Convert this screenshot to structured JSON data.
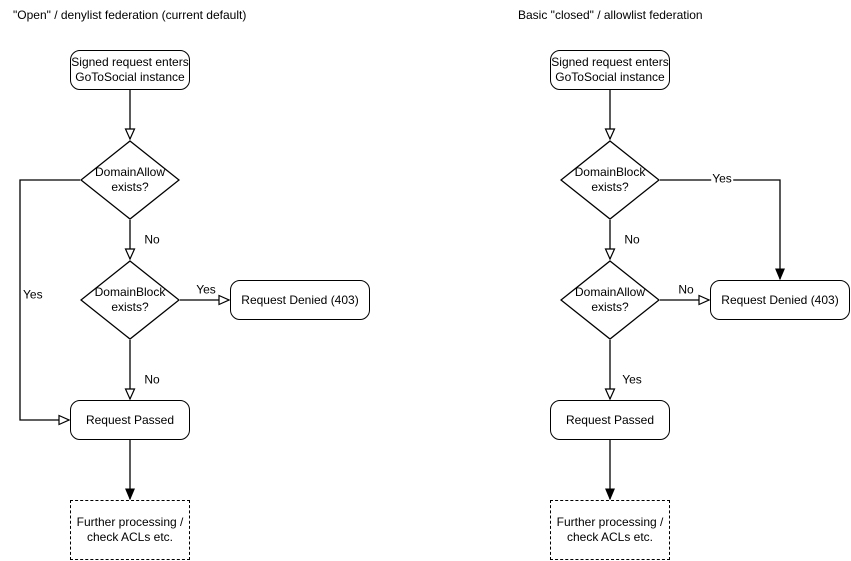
{
  "colors": {
    "stroke": "#000000",
    "text": "#000000",
    "bg": "#ffffff"
  },
  "charts": [
    {
      "title": "\"Open\" / denylist federation (current default)",
      "nodes": {
        "start": "Signed request enters\nGoToSocial instance",
        "decision_top": "DomainAllow\nexists?",
        "decision_mid": "DomainBlock\nexists?",
        "denied": "Request Denied (403)",
        "passed": "Request Passed",
        "further": "Further processing /\ncheck ACLs etc."
      },
      "edge_labels": {
        "top_no": "No",
        "top_yes": "Yes",
        "mid_yes": "Yes",
        "mid_no": "No"
      }
    },
    {
      "title": "Basic \"closed\" / allowlist federation",
      "nodes": {
        "start": "Signed request enters\nGoToSocial instance",
        "decision_top": "DomainBlock\nexists?",
        "decision_mid": "DomainAllow\nexists?",
        "denied": "Request Denied (403)",
        "passed": "Request Passed",
        "further": "Further processing /\ncheck ACLs etc."
      },
      "edge_labels": {
        "top_yes": "Yes",
        "top_no": "No",
        "mid_no": "No",
        "mid_yes": "Yes"
      }
    }
  ]
}
